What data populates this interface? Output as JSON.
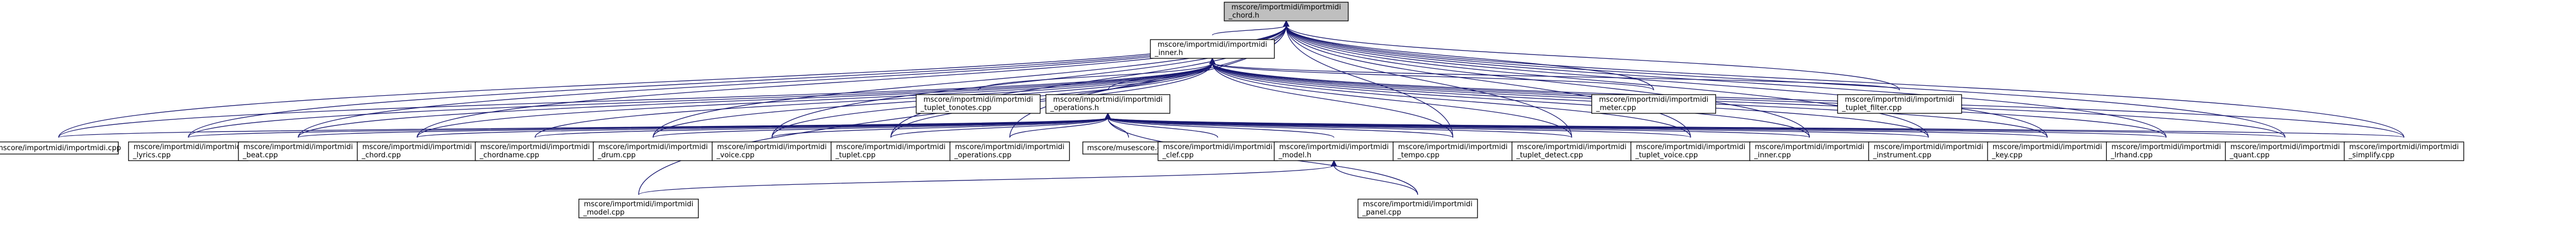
{
  "graph": {
    "colors": {
      "edge": "#191970",
      "root_fill": "#bfbfbf",
      "node_fill": "#ffffff",
      "node_border": "#000000"
    },
    "nodes": [
      {
        "id": "chord_h",
        "lines": [
          "mscore/importmidi/importmidi",
          "_chord.h"
        ],
        "root": true
      },
      {
        "id": "inner_h",
        "lines": [
          "mscore/importmidi/importmidi",
          "_inner.h"
        ]
      },
      {
        "id": "tuplet_tonotes",
        "lines": [
          "mscore/importmidi/importmidi",
          "_tuplet_tonotes.cpp"
        ]
      },
      {
        "id": "operations_h",
        "lines": [
          "mscore/importmidi/importmidi",
          "_operations.h"
        ]
      },
      {
        "id": "meter",
        "lines": [
          "mscore/importmidi/importmidi",
          "_meter.cpp"
        ]
      },
      {
        "id": "tuplet_filter",
        "lines": [
          "mscore/importmidi/importmidi",
          "_tuplet_filter.cpp"
        ]
      },
      {
        "id": "importmidi_cpp",
        "lines": [
          "mscore/importmidi/importmidi.cpp"
        ]
      },
      {
        "id": "lyrics",
        "lines": [
          "mscore/importmidi/importmidi",
          "_lyrics.cpp"
        ]
      },
      {
        "id": "beat",
        "lines": [
          "mscore/importmidi/importmidi",
          "_beat.cpp"
        ]
      },
      {
        "id": "chord_cpp",
        "lines": [
          "mscore/importmidi/importmidi",
          "_chord.cpp"
        ]
      },
      {
        "id": "chordname",
        "lines": [
          "mscore/importmidi/importmidi",
          "_chordname.cpp"
        ]
      },
      {
        "id": "drum",
        "lines": [
          "mscore/importmidi/importmidi",
          "_drum.cpp"
        ]
      },
      {
        "id": "voice",
        "lines": [
          "mscore/importmidi/importmidi",
          "_voice.cpp"
        ]
      },
      {
        "id": "tuplet",
        "lines": [
          "mscore/importmidi/importmidi",
          "_tuplet.cpp"
        ]
      },
      {
        "id": "operations_cpp",
        "lines": [
          "mscore/importmidi/importmidi",
          "_operations.cpp"
        ]
      },
      {
        "id": "musescore",
        "lines": [
          "mscore/musescore.cpp"
        ]
      },
      {
        "id": "clef",
        "lines": [
          "mscore/importmidi/importmidi",
          "_clef.cpp"
        ]
      },
      {
        "id": "model_h",
        "lines": [
          "mscore/importmidi/importmidi",
          "_model.h"
        ]
      },
      {
        "id": "tempo",
        "lines": [
          "mscore/importmidi/importmidi",
          "_tempo.cpp"
        ]
      },
      {
        "id": "tuplet_detect",
        "lines": [
          "mscore/importmidi/importmidi",
          "_tuplet_detect.cpp"
        ]
      },
      {
        "id": "tuplet_voice",
        "lines": [
          "mscore/importmidi/importmidi",
          "_tuplet_voice.cpp"
        ]
      },
      {
        "id": "inner_cpp",
        "lines": [
          "mscore/importmidi/importmidi",
          "_inner.cpp"
        ]
      },
      {
        "id": "instrument",
        "lines": [
          "mscore/importmidi/importmidi",
          "_instrument.cpp"
        ]
      },
      {
        "id": "key",
        "lines": [
          "mscore/importmidi/importmidi",
          "_key.cpp"
        ]
      },
      {
        "id": "lrhand",
        "lines": [
          "mscore/importmidi/importmidi",
          "_lrhand.cpp"
        ]
      },
      {
        "id": "quant",
        "lines": [
          "mscore/importmidi/importmidi",
          "_quant.cpp"
        ]
      },
      {
        "id": "simplify",
        "lines": [
          "mscore/importmidi/importmidi",
          "_simplify.cpp"
        ]
      },
      {
        "id": "model_cpp",
        "lines": [
          "mscore/importmidi/importmidi",
          "_model.cpp"
        ]
      },
      {
        "id": "panel",
        "lines": [
          "mscore/importmidi/importmidi",
          "_panel.cpp"
        ]
      }
    ],
    "edges": [
      [
        "chord_h",
        "inner_h"
      ],
      [
        "chord_h",
        "importmidi_cpp"
      ],
      [
        "chord_h",
        "lyrics"
      ],
      [
        "chord_h",
        "beat"
      ],
      [
        "chord_h",
        "chord_cpp"
      ],
      [
        "chord_h",
        "drum"
      ],
      [
        "chord_h",
        "voice"
      ],
      [
        "chord_h",
        "tuplet"
      ],
      [
        "chord_h",
        "operations_cpp"
      ],
      [
        "chord_h",
        "tempo"
      ],
      [
        "chord_h",
        "tuplet_detect"
      ],
      [
        "chord_h",
        "tuplet_voice"
      ],
      [
        "chord_h",
        "inner_cpp"
      ],
      [
        "chord_h",
        "instrument"
      ],
      [
        "chord_h",
        "meter"
      ],
      [
        "chord_h",
        "tuplet_filter"
      ],
      [
        "chord_h",
        "key"
      ],
      [
        "chord_h",
        "lrhand"
      ],
      [
        "chord_h",
        "quant"
      ],
      [
        "chord_h",
        "simplify"
      ],
      [
        "chord_h",
        "model_cpp"
      ],
      [
        "inner_h",
        "tuplet_tonotes"
      ],
      [
        "inner_h",
        "operations_h"
      ],
      [
        "inner_h",
        "meter"
      ],
      [
        "inner_h",
        "tuplet_filter"
      ],
      [
        "inner_h",
        "importmidi_cpp"
      ],
      [
        "inner_h",
        "lyrics"
      ],
      [
        "inner_h",
        "beat"
      ],
      [
        "inner_h",
        "chord_cpp"
      ],
      [
        "inner_h",
        "chordname"
      ],
      [
        "inner_h",
        "drum"
      ],
      [
        "inner_h",
        "voice"
      ],
      [
        "inner_h",
        "tuplet"
      ],
      [
        "inner_h",
        "tempo"
      ],
      [
        "inner_h",
        "tuplet_detect"
      ],
      [
        "inner_h",
        "tuplet_voice"
      ],
      [
        "inner_h",
        "inner_cpp"
      ],
      [
        "inner_h",
        "instrument"
      ],
      [
        "inner_h",
        "key"
      ],
      [
        "inner_h",
        "lrhand"
      ],
      [
        "inner_h",
        "quant"
      ],
      [
        "inner_h",
        "simplify"
      ],
      [
        "operations_h",
        "importmidi_cpp"
      ],
      [
        "operations_h",
        "lyrics"
      ],
      [
        "operations_h",
        "beat"
      ],
      [
        "operations_h",
        "chord_cpp"
      ],
      [
        "operations_h",
        "chordname"
      ],
      [
        "operations_h",
        "drum"
      ],
      [
        "operations_h",
        "voice"
      ],
      [
        "operations_h",
        "tuplet"
      ],
      [
        "operations_h",
        "operations_cpp"
      ],
      [
        "operations_h",
        "musescore"
      ],
      [
        "operations_h",
        "clef"
      ],
      [
        "operations_h",
        "model_h"
      ],
      [
        "operations_h",
        "panel"
      ],
      [
        "operations_h",
        "tempo"
      ],
      [
        "operations_h",
        "tuplet_detect"
      ],
      [
        "operations_h",
        "tuplet_voice"
      ],
      [
        "operations_h",
        "inner_cpp"
      ],
      [
        "operations_h",
        "instrument"
      ],
      [
        "operations_h",
        "key"
      ],
      [
        "operations_h",
        "lrhand"
      ],
      [
        "operations_h",
        "quant"
      ],
      [
        "operations_h",
        "simplify"
      ],
      [
        "model_h",
        "model_cpp"
      ],
      [
        "model_h",
        "panel"
      ]
    ]
  }
}
